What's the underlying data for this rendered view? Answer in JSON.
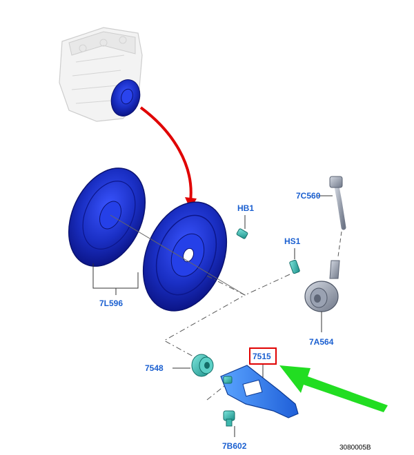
{
  "callouts": {
    "p7L596": "7L596",
    "pHB1": "HB1",
    "p7C560": "7C560",
    "pHS1": "HS1",
    "p7A564": "7A564",
    "p7515": "7515",
    "p7548": "7548",
    "p7B602": "7B602"
  },
  "highlight_part": "7515",
  "reference_number": "3080005B",
  "colors": {
    "part_blue": "#1a2fc4",
    "part_dark": "#0c168a",
    "label_blue": "#1a5fd0",
    "highlight_box": "#e00000",
    "pointer_arrow_red": "#e00000",
    "pointer_arrow_green": "#22dd22",
    "bearing_gray": "#8e97a8",
    "fastener_teal": "#2bb0a8"
  }
}
